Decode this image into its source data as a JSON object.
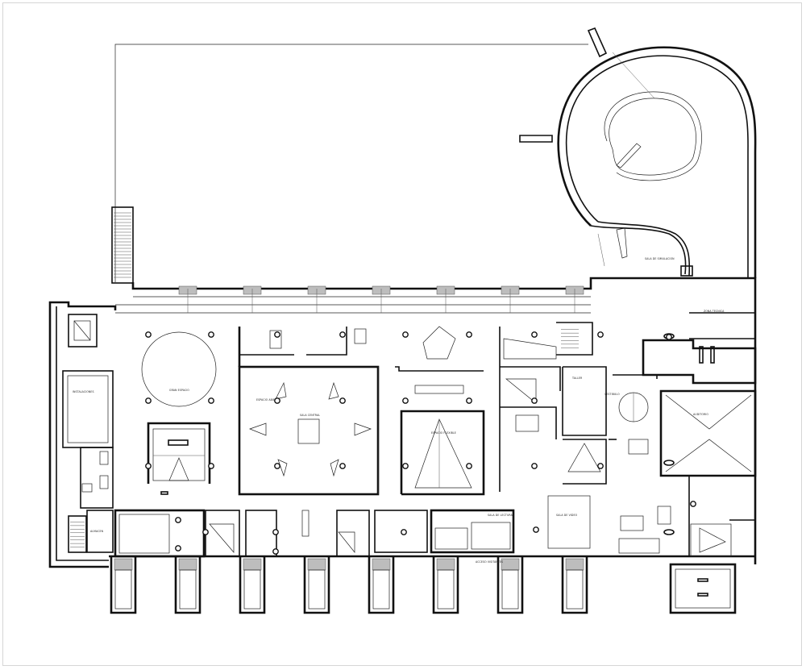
{
  "labels": {
    "sala_de_simulacion": "SALA DE SIMULACION",
    "espacio_abierto": "ESPACIO ABIERTO",
    "gran_espacio": "GRAN ESPACIO",
    "instalaciones": "INSTALACIONES",
    "sala_central": "SALA CENTRAL",
    "espacio_flexible": "ESPACIO FLEXIBLE",
    "taller": "TALLER",
    "zona_tecnica": "ZONA TECNICA",
    "vestibulo": "VESTIBULO",
    "acceso_visitantes": "ACCESO VISITANTES",
    "sala_de_lectura": "SALA DE LECTURA",
    "sala_de_video": "SALA DE VIDEO",
    "almacen": "ALMACEN",
    "auditorio": "AUDITORIO"
  }
}
